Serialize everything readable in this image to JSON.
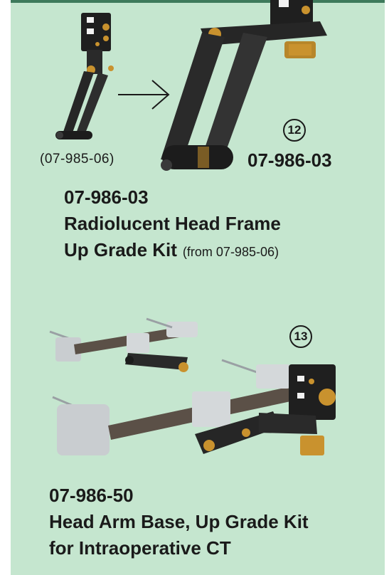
{
  "section12": {
    "number": "12",
    "ref_code": "(07-985-06)",
    "code_right": "07-986-03",
    "code": "07-986-03",
    "title_line1": "Radiolucent Head Frame",
    "title_line2": "Up Grade Kit",
    "title_note": "(from 07-985-06)"
  },
  "section13": {
    "number": "13",
    "code": "07-986-50",
    "title_line1": "Head Arm Base, Up Grade Kit",
    "title_line2": "for Intraoperative CT"
  },
  "colors": {
    "background": "#c5e6cf",
    "carbon": "#2a2a2a",
    "gold": "#c9922e",
    "aluminum": "#c9cdd0",
    "rod": "#5b5047"
  },
  "icons": [
    "arrow-right-icon",
    "circled-number-12",
    "circled-number-13"
  ]
}
